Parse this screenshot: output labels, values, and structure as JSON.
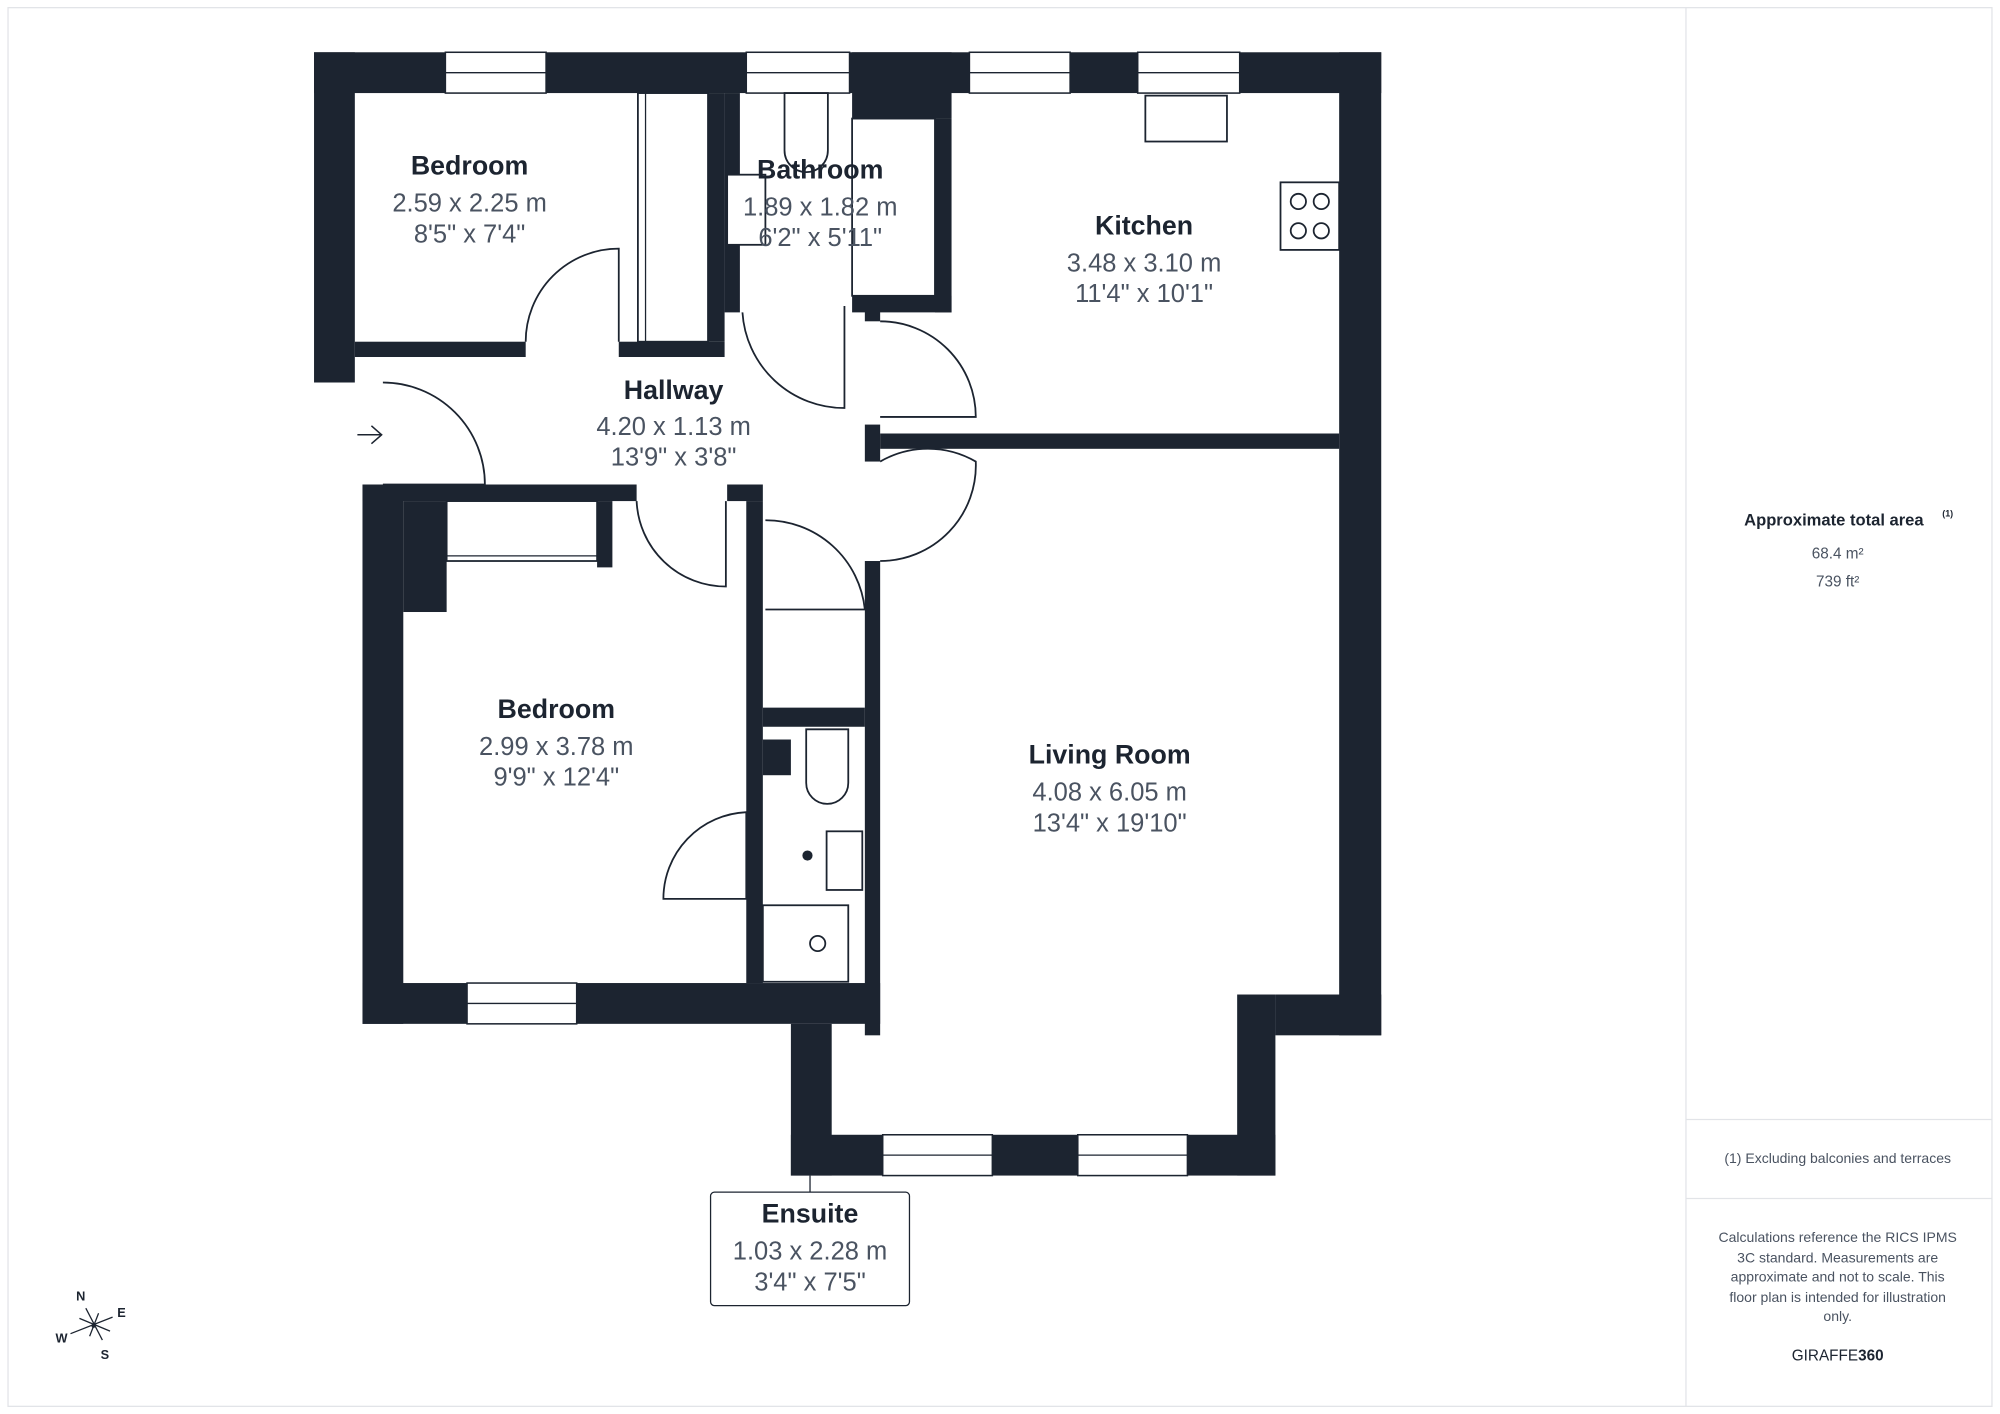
{
  "rooms": {
    "bedroom1": {
      "name": "Bedroom",
      "metric": "2.59 x 2.25 m",
      "imperial": "8'5\" x 7'4\""
    },
    "bathroom": {
      "name": "Bathroom",
      "metric": "1.89 x 1.82 m",
      "imperial": "6'2\" x 5'11\""
    },
    "kitchen": {
      "name": "Kitchen",
      "metric": "3.48 x 3.10 m",
      "imperial": "11'4\" x 10'1\""
    },
    "hallway": {
      "name": "Hallway",
      "metric": "4.20 x 1.13 m",
      "imperial": "13'9\" x 3'8\""
    },
    "bedroom2": {
      "name": "Bedroom",
      "metric": "2.99 x 3.78 m",
      "imperial": "9'9\" x 12'4\""
    },
    "living": {
      "name": "Living Room",
      "metric": "4.08 x 6.05 m",
      "imperial": "13'4\" x 19'10\""
    },
    "ensuite": {
      "name": "Ensuite",
      "metric": "1.03 x 2.28 m",
      "imperial": "3'4\" x 7'5\""
    }
  },
  "compass": {
    "n": "N",
    "e": "E",
    "s": "S",
    "w": "W"
  },
  "panel": {
    "area_title": "Approximate total area",
    "area_sup": "(1)",
    "area_m2": "68.4 m²",
    "area_ft2": "739 ft²",
    "footnote": "(1) Excluding balconies and terraces",
    "disclaimer": [
      "Calculations reference the RICS IPMS",
      "3C standard. Measurements are",
      "approximate and not to scale. This",
      "floor plan is intended for illustration",
      "only."
    ],
    "brand_light": "GIRAFFE",
    "brand_bold": "360"
  },
  "colors": {
    "wall": "#1c2430",
    "text": "#4a5361"
  }
}
